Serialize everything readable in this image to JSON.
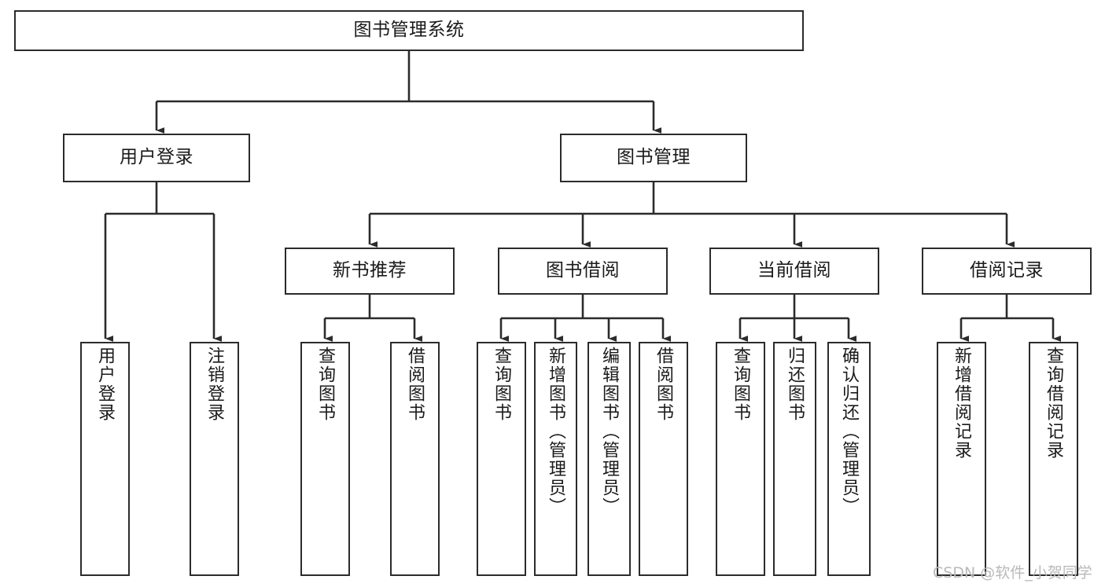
{
  "diagram": {
    "title": "图书管理系统",
    "type": "tree-hierarchy-chart",
    "levels": {
      "root": "图书管理系统",
      "level2": [
        "用户登录",
        "图书管理"
      ],
      "level3": [
        "新书推荐",
        "图书借阅",
        "当前借阅",
        "借阅记录"
      ]
    },
    "nodes": {
      "root": {
        "label": "图书管理系统"
      },
      "user_login": {
        "label": "用户登录"
      },
      "book_manage": {
        "label": "图书管理"
      },
      "new_book_rec": {
        "label": "新书推荐"
      },
      "book_borrow": {
        "label": "图书借阅"
      },
      "current_borrow": {
        "label": "当前借阅"
      },
      "borrow_record": {
        "label": "借阅记录"
      },
      "leaf_user_login": {
        "label": "用户登录"
      },
      "leaf_logout": {
        "label": "注销登录"
      },
      "leaf_query_book_1": {
        "label": "查询图书"
      },
      "leaf_borrow_book_1": {
        "label": "借阅图书"
      },
      "leaf_query_book_2": {
        "label": "查询图书"
      },
      "leaf_add_book": {
        "label": "新增图书（管理员）"
      },
      "leaf_edit_book": {
        "label": "编辑图书（管理员）"
      },
      "leaf_borrow_book_2": {
        "label": "借阅图书"
      },
      "leaf_query_book_3": {
        "label": "查询图书"
      },
      "leaf_return_book": {
        "label": "归还图书"
      },
      "leaf_confirm_return": {
        "label": "确认归还（管理员）"
      },
      "leaf_add_record": {
        "label": "新增借阅记录"
      },
      "leaf_query_record": {
        "label": "查询借阅记录"
      }
    },
    "colors": {
      "border": "#2b2b2b",
      "background": "#ffffff",
      "text": "#1a1a1a",
      "watermark": "#b9b9b9"
    }
  },
  "watermark": {
    "text": "CSDN @软件_小贺同学"
  }
}
